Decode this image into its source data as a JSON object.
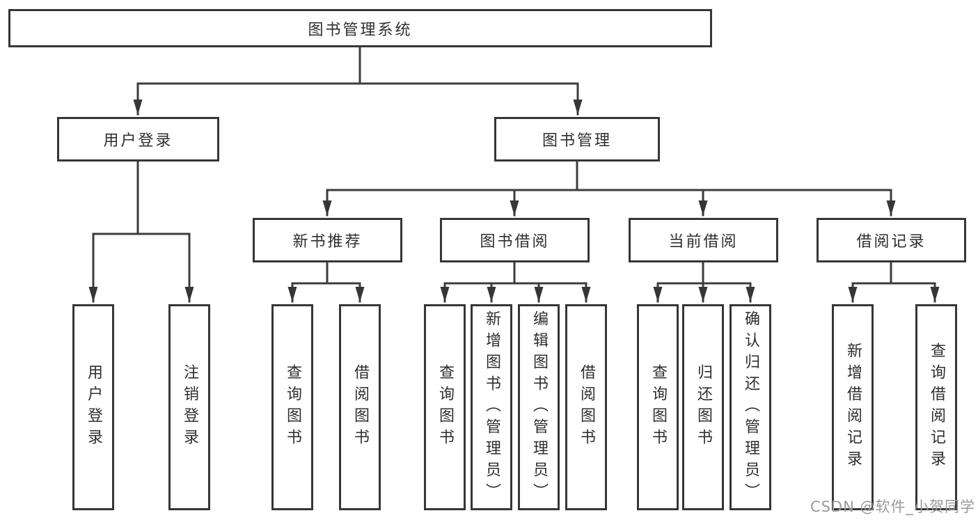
{
  "title": "图书管理系统",
  "nodes": {
    "root": "图书管理系统",
    "user_login": "用户登录",
    "book_mgmt": "图书管理",
    "new_book": "新书推荐",
    "borrow": "图书借阅",
    "current": "当前借阅",
    "records": "借阅记录",
    "ul_login": "用户登录",
    "ul_logout": "注销登录",
    "nb_query": "查询图书",
    "nb_borrow": "借阅图书",
    "bb_query": "查询图书",
    "bb_add": "新增图书（管理员）",
    "bb_edit": "编辑图书（管理员）",
    "bb_borrow": "借阅图书",
    "cb_query": "查询图书",
    "cb_return": "归还图书",
    "cb_confirm": "确认归还（管理员）",
    "br_add": "新增借阅记录",
    "br_query": "查询借阅记录"
  },
  "hierarchy": {
    "图书管理系统": {
      "用户登录": [
        "用户登录",
        "注销登录"
      ],
      "图书管理": {
        "新书推荐": [
          "查询图书",
          "借阅图书"
        ],
        "图书借阅": [
          "查询图书",
          "新增图书（管理员）",
          "编辑图书（管理员）",
          "借阅图书"
        ],
        "当前借阅": [
          "查询图书",
          "归还图书",
          "确认归还（管理员）"
        ],
        "借阅记录": [
          "新增借阅记录",
          "查询借阅记录"
        ]
      }
    }
  },
  "watermark": "CSDN @软件_小贺同学",
  "colors": {
    "background": "#ffffff",
    "box_border": "#363636",
    "line": "#3c3c3c",
    "text": "#2e2e2e",
    "watermark": "#9a9a9a"
  }
}
